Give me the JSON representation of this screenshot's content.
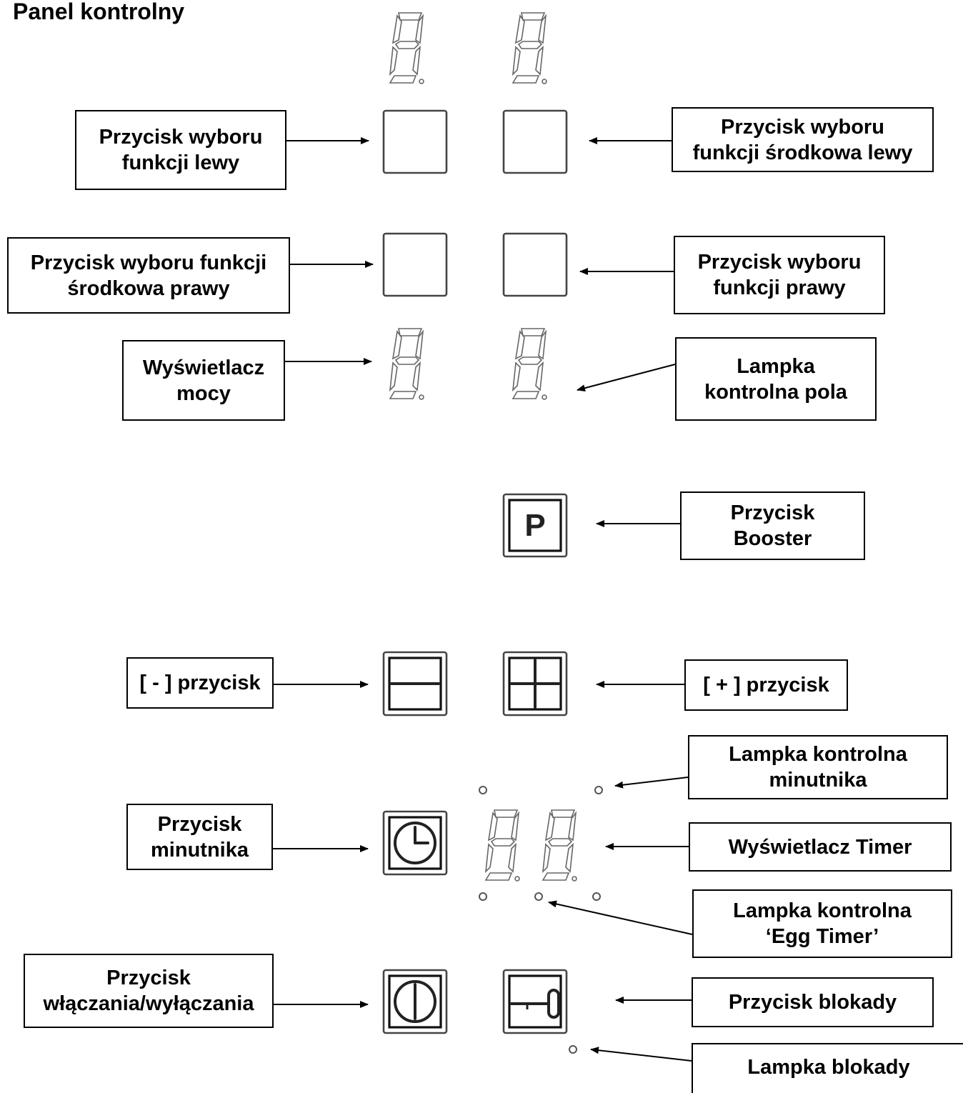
{
  "title": "Panel kontrolny",
  "labels": {
    "left_select": "Przycisk wyboru\nfunkcji lewy",
    "center_left_select": "Przycisk wyboru\nfunkcji środkowa lewy",
    "center_right_select": "Przycisk wyboru funkcji\nśrodkowa prawy",
    "right_select": "Przycisk wyboru\nfunkcji prawy",
    "power_display": "Wyświetlacz\nmocy",
    "zone_indicator": "Lampka\nkontrolna pola",
    "booster": "Przycisk\nBooster",
    "minus": "[ - ] przycisk",
    "plus": "[ + ] przycisk",
    "minute_indicator": "Lampka kontrolna\nminutnika",
    "timer_button": "Przycisk\nminutnika",
    "timer_display": "Wyświetlacz Timer",
    "egg_timer_indicator": "Lampka kontrolna\n‘Egg Timer’",
    "on_off": "Przycisk\nwłączania/wyłączania",
    "lock_button": "Przycisk blokady",
    "lock_indicator": "Lampka blokady"
  },
  "icons": {
    "booster_letter": "P",
    "minus": "minus-icon",
    "plus": "plus-icon",
    "clock": "clock-icon",
    "power": "power-icon",
    "key": "key-icon"
  }
}
